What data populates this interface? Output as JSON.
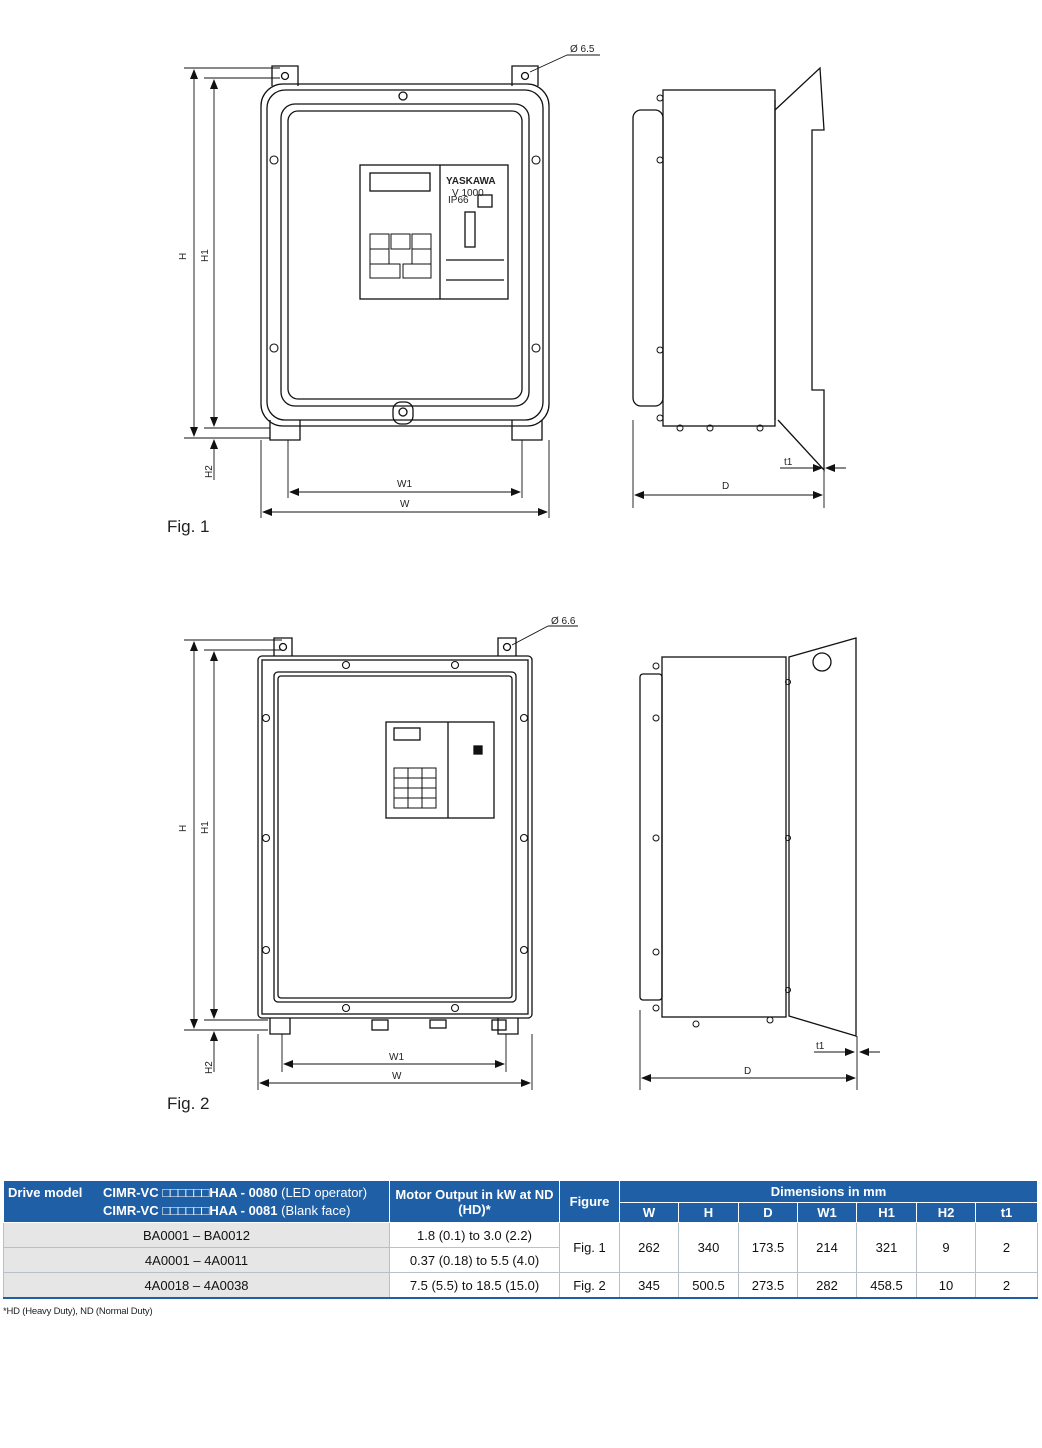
{
  "figures": {
    "fig1_label": "Fig. 1",
    "fig2_label": "Fig. 2",
    "fig1_hole": "Ø 6.5",
    "fig2_hole": "Ø 6.6",
    "dim_labels": {
      "H": "H",
      "H1": "H1",
      "H2": "H2",
      "W": "W",
      "W1": "W1",
      "D": "D",
      "t1": "t1"
    },
    "panel_brand": "YASKAWA",
    "panel_model": "V 1000",
    "panel_rating": "IP66"
  },
  "table": {
    "col_drive_model": "Drive model",
    "model_line1": "CIMR-VC □□□□□□HAA - 0080",
    "model_line1_note": "(LED operator)",
    "model_line2": "CIMR-VC □□□□□□HAA - 0081",
    "model_line2_note": "(Blank face)",
    "col_motor_output": "Motor Output in kW at ND (HD)*",
    "col_figure": "Figure",
    "col_dimensions": "Dimensions in mm",
    "dim_cols": [
      "W",
      "H",
      "D",
      "W1",
      "H1",
      "H2",
      "t1"
    ],
    "rows": [
      {
        "model": "BA0001 – BA0012",
        "output": "1.8 (0.1) to 3.0 (2.2)"
      },
      {
        "model": "4A0001 – 4A0011",
        "output": "0.37 (0.18) to 5.5 (4.0)"
      },
      {
        "model": "4A0018 – 4A0038",
        "output": "7.5 (5.5) to 18.5 (15.0)"
      }
    ],
    "fig1": {
      "figure": "Fig. 1",
      "dims": [
        "262",
        "340",
        "173.5",
        "214",
        "321",
        "9",
        "2"
      ]
    },
    "fig2": {
      "figure": "Fig. 2",
      "dims": [
        "345",
        "500.5",
        "273.5",
        "282",
        "458.5",
        "10",
        "2"
      ]
    }
  },
  "footnote": "*HD (Heavy Duty), ND (Normal Duty)"
}
